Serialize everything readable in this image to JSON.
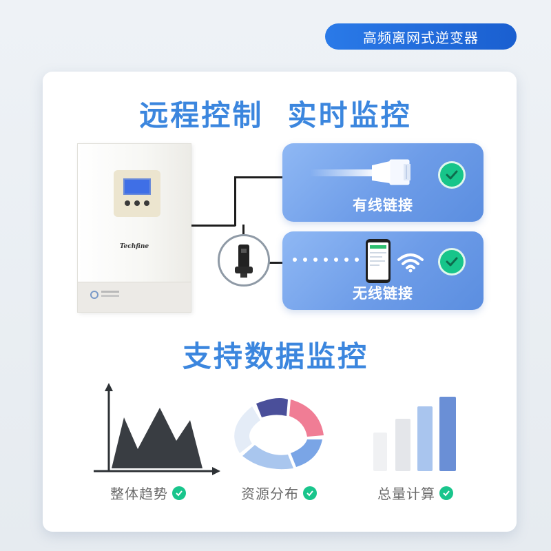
{
  "header": {
    "badge": "高频离网式逆变器"
  },
  "headline_top": "远程控制  实时监控",
  "device": {
    "brand": "Techfine"
  },
  "connections": {
    "wired": {
      "label": "有线链接"
    },
    "wireless": {
      "label": "无线链接"
    }
  },
  "headline_mid": "支持数据监控",
  "features": [
    {
      "label": "整体趋势",
      "icon": "area-chart-icon"
    },
    {
      "label": "资源分布",
      "icon": "ring-chart-icon"
    },
    {
      "label": "总量计算",
      "icon": "bar-chart-icon"
    }
  ],
  "colors": {
    "accent": "#3b86de",
    "badge": "#2a7ae8",
    "check": "#17c58a",
    "conn_box": "#6d9ce8"
  }
}
